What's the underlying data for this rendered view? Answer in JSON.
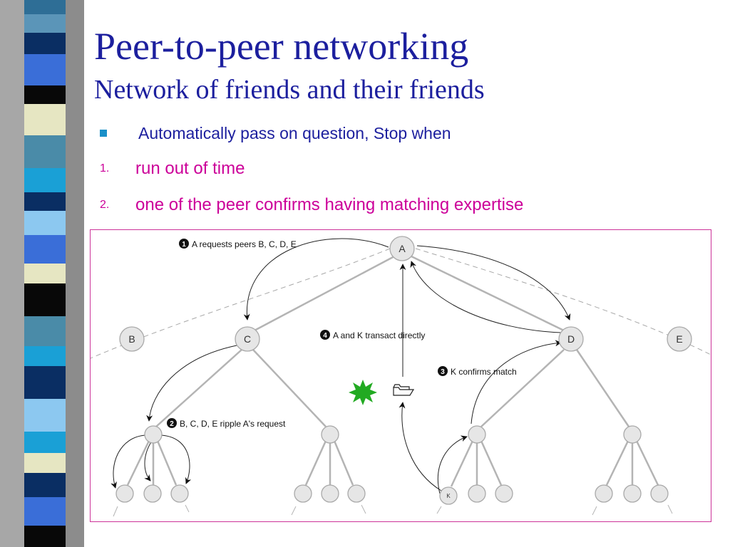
{
  "slide": {
    "title": "Peer-to-peer networking",
    "subtitle": "Network of friends and their friends",
    "bullet": "Automatically pass on question, Stop when",
    "numbered": [
      {
        "marker": "1.",
        "text": "run out of time"
      },
      {
        "marker": "2.",
        "text": "one of the peer confirms having matching expertise"
      }
    ]
  },
  "colors": {
    "title": "#1c1f9e",
    "numbered_text": "#cc0099",
    "bullet_square": "#1a90c8",
    "frame_border": "#cc3399",
    "burst": "#22aa22"
  },
  "diagram": {
    "nodes": {
      "A": "A",
      "B": "B",
      "C": "C",
      "D": "D",
      "E": "E",
      "K": "K"
    },
    "steps": [
      {
        "number": "1",
        "label": "A requests peers B, C, D, E"
      },
      {
        "number": "2",
        "label": "B, C, D, E ripple A's request"
      },
      {
        "number": "3",
        "label": "K confirms match"
      },
      {
        "number": "4",
        "label": "A and K transact directly"
      }
    ],
    "icons": {
      "burst": "green-burst-icon",
      "folder": "open-folder-icon"
    }
  }
}
